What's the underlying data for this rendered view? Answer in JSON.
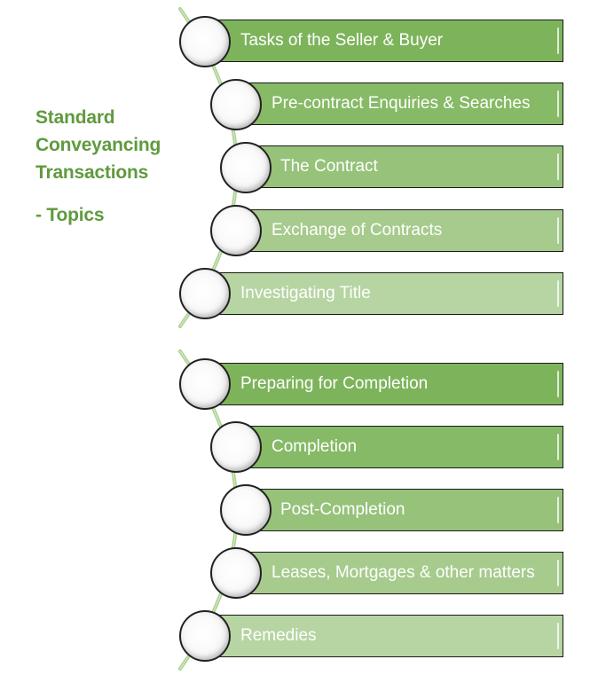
{
  "heading": {
    "lines": [
      "Standard",
      "Conveyancing",
      "Transactions"
    ],
    "subtitle": "- Topics",
    "color": "#5f9a3e"
  },
  "groups": [
    {
      "items": [
        {
          "label": "Tasks of the Seller & Buyer",
          "color": "#7db45b"
        },
        {
          "label": "Pre-contract Enquiries & Searches",
          "color": "#86ba66"
        },
        {
          "label": "The Contract",
          "color": "#96c27a"
        },
        {
          "label": "Exchange of Contracts",
          "color": "#a6cb8d"
        },
        {
          "label": "Investigating Title",
          "color": "#b6d5a2"
        }
      ]
    },
    {
      "items": [
        {
          "label": "Preparing for Completion",
          "color": "#7db45b"
        },
        {
          "label": "Completion",
          "color": "#86ba66"
        },
        {
          "label": "Post-Completion",
          "color": "#96c27a"
        },
        {
          "label": "Leases, Mortgages & other matters",
          "color": "#a6cb8d"
        },
        {
          "label": "Remedies",
          "color": "#b6d5a2"
        }
      ]
    }
  ],
  "connector_color": "#a8d08d"
}
